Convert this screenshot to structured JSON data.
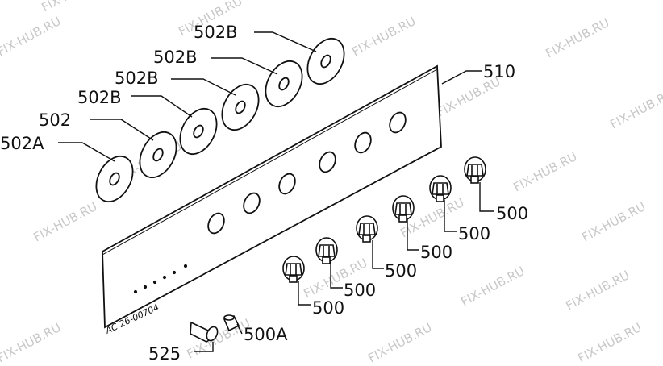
{
  "watermark": "FIX-HUB.RU",
  "drawing_code": "AC 26-00704",
  "labels": {
    "l502a": "502A",
    "l502": "502",
    "l502b_1": "502B",
    "l502b_2": "502B",
    "l502b_3": "502B",
    "l502b_4": "502B",
    "l510": "510",
    "l500_1": "500",
    "l500_2": "500",
    "l500_3": "500",
    "l500_4": "500",
    "l500_5": "500",
    "l500_6": "500",
    "l500a": "500A",
    "l525": "525"
  }
}
